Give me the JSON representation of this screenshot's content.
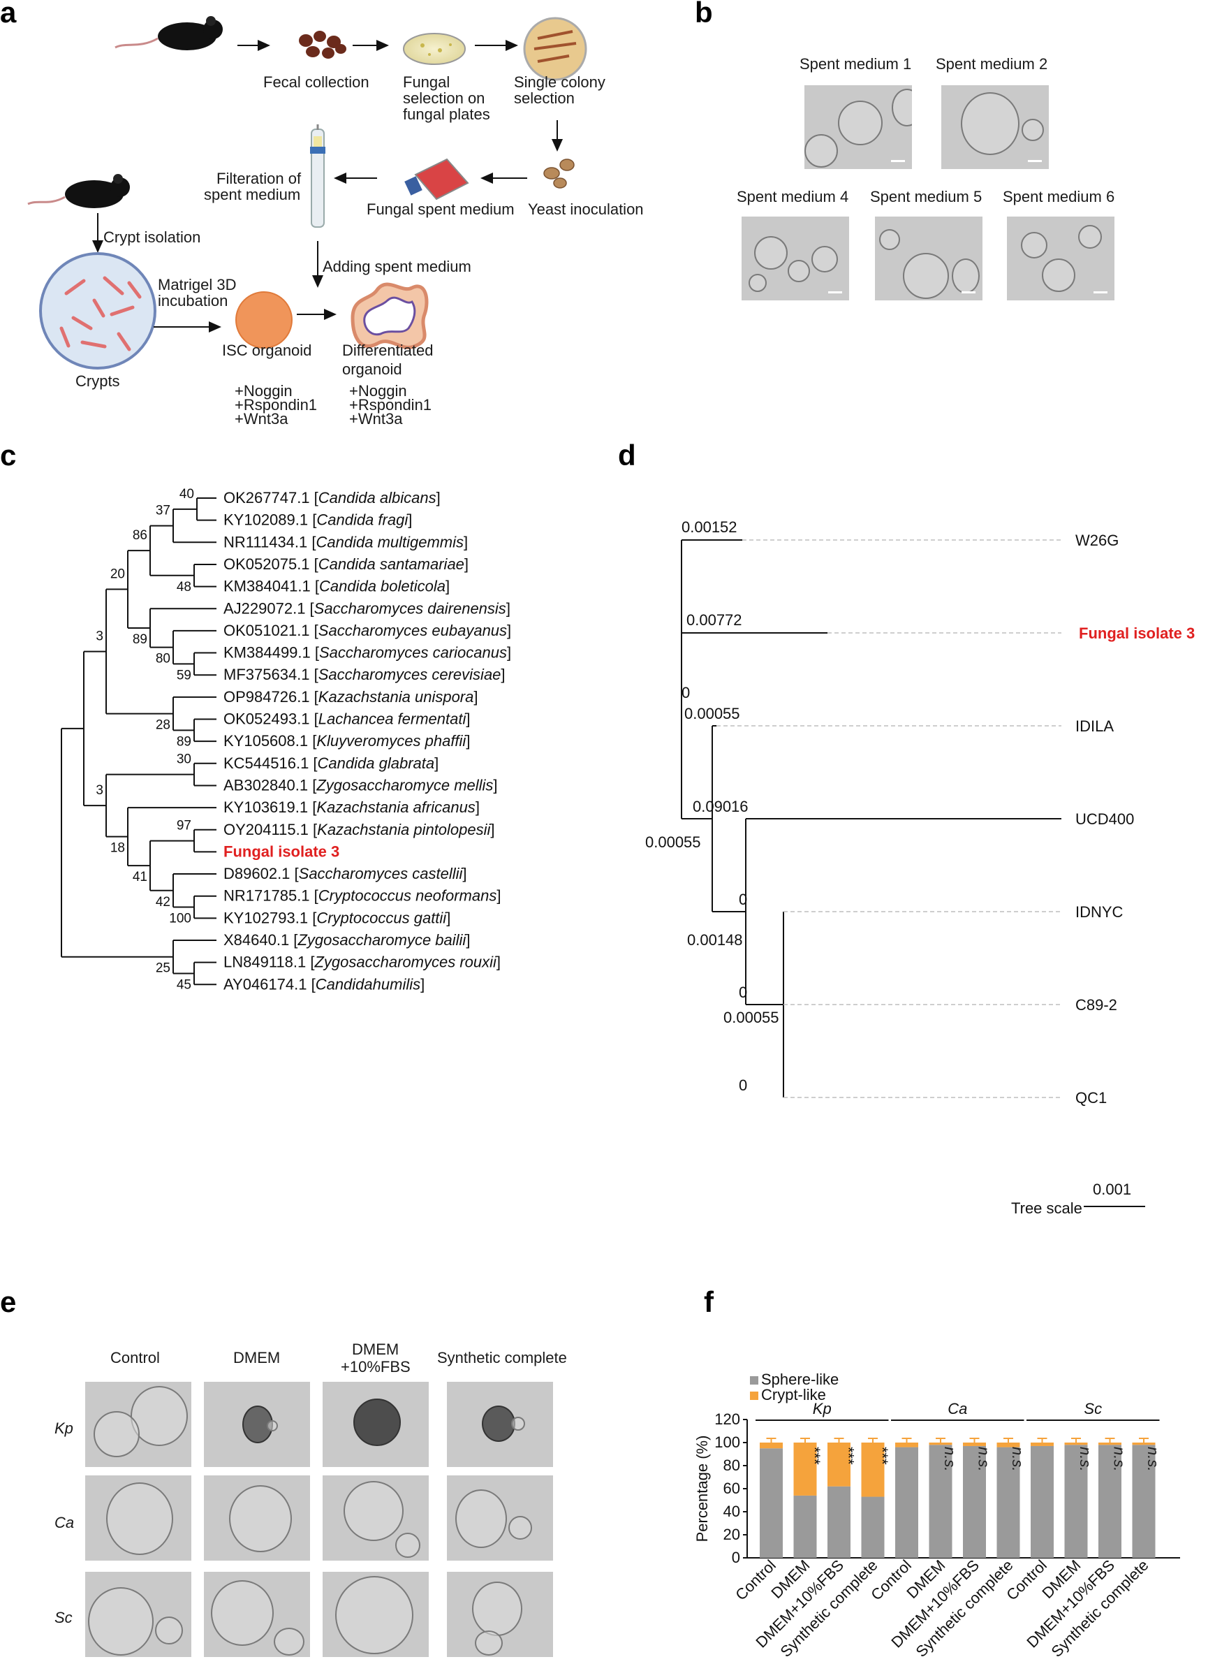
{
  "panels": {
    "a": "a",
    "b": "b",
    "c": "c",
    "d": "d",
    "e": "e",
    "f": "f"
  },
  "panel_a": {
    "fecal": "Fecal collection",
    "fungal_sel": [
      "Fungal",
      "selection on",
      "fungal plates"
    ],
    "single_colony": [
      "Single colony",
      "selection"
    ],
    "filtration": [
      "Filteration of",
      "spent medium"
    ],
    "spent": "Fungal spent medium",
    "yeast": "Yeast inoculation",
    "crypt_iso": "Crypt isolation",
    "adding": "Adding spent medium",
    "matrigel": [
      "Matrigel 3D",
      "incubation"
    ],
    "crypts": "Crypts",
    "isc": "ISC organoid",
    "diff": [
      "Differentiated",
      "organoid"
    ],
    "factors_left": [
      "+Noggin",
      "+Rspondin1",
      "+Wnt3a"
    ],
    "factors_right": [
      "+Noggin",
      "+Rspondin1",
      "+Wnt3a"
    ]
  },
  "panel_b": {
    "titles": [
      "Spent medium 1",
      "Spent medium 2",
      "Spent medium 4",
      "Spent medium 5",
      "Spent medium 6"
    ]
  },
  "panel_c": {
    "leaves": [
      {
        "acc": "OK267747.1",
        "sp": "Candida albicans"
      },
      {
        "acc": "KY102089.1",
        "sp": "Candida fragi"
      },
      {
        "acc": "NR111434.1",
        "sp": "Candida multigemmis"
      },
      {
        "acc": "OK052075.1",
        "sp": "Candida santamariae"
      },
      {
        "acc": "KM384041.1",
        "sp": "Candida boleticola"
      },
      {
        "acc": "AJ229072.1",
        "sp": "Saccharomyces dairenensis"
      },
      {
        "acc": "OK051021.1",
        "sp": "Saccharomyces eubayanus"
      },
      {
        "acc": "KM384499.1",
        "sp": "Saccharomyces cariocanus"
      },
      {
        "acc": "MF375634.1",
        "sp": "Saccharomyces cerevisiae"
      },
      {
        "acc": "OP984726.1",
        "sp": "Kazachstania unispora"
      },
      {
        "acc": "OK052493.1",
        "sp": "Lachancea fermentati"
      },
      {
        "acc": "KY105608.1",
        "sp": "Kluyveromyces phaffii"
      },
      {
        "acc": "KC544516.1",
        "sp": "Candida glabrata"
      },
      {
        "acc": "AB302840.1",
        "sp": "Zygosaccharomyce mellis"
      },
      {
        "acc": "KY103619.1",
        "sp": "Kazachstania africanus"
      },
      {
        "acc": "OY204115.1",
        "sp": "Kazachstania pintolopesii"
      },
      {
        "acc": "",
        "sp": "",
        "highlight": "Fungal isolate 3"
      },
      {
        "acc": "D89602.1",
        "sp": "Saccharomyces castellii"
      },
      {
        "acc": "NR171785.1",
        "sp": "Cryptococcus neoformans"
      },
      {
        "acc": "KY102793.1",
        "sp": "Cryptococcus gattii"
      },
      {
        "acc": "X84640.1",
        "sp": "Zygosaccharomyce bailii"
      },
      {
        "acc": "LN849118.1",
        "sp": "Zygosaccharomyces rouxii"
      },
      {
        "acc": "AY046174.1",
        "sp": "Candidahumilis"
      }
    ],
    "bootstrap": [
      "40",
      "37",
      "86",
      "48",
      "20",
      "89",
      "80",
      "59",
      "3",
      "28",
      "89",
      "30",
      "3",
      "97",
      "18",
      "41",
      "42",
      "100",
      "25",
      "45"
    ]
  },
  "panel_d": {
    "leaves": [
      "W26G",
      "Fungal isolate 3",
      "IDILA",
      "UCD400",
      "IDNYC",
      "C89-2",
      "QC1"
    ],
    "branch_labels": [
      "0.00152",
      "0.00772",
      "0",
      "0.00055",
      "0.09016",
      "0.00055",
      "0",
      "0.00148",
      "0",
      "0.00055",
      "0"
    ],
    "scale_title": "Tree scale",
    "scale_value": "0.001"
  },
  "panel_e": {
    "columns": [
      "Control",
      "DMEM",
      "DMEM",
      "+10%FBS",
      "Synthetic complete"
    ],
    "rows": [
      "Kp",
      "Ca",
      "Sc"
    ]
  },
  "chart_data": {
    "type": "bar",
    "stacked": true,
    "ylabel": "Percentage (%)",
    "ylim": [
      0,
      120
    ],
    "yticks": [
      "0",
      "20",
      "40",
      "60",
      "80",
      "100",
      "120"
    ],
    "legend": [
      "Sphere-like",
      "Crypt-like"
    ],
    "legend_position": "top-left",
    "colors": {
      "sphere": "#9a9a9a",
      "crypt": "#f5a33c"
    },
    "groups": [
      "Kp",
      "Ca",
      "Sc"
    ],
    "categories": [
      "Control",
      "DMEM",
      "DMEM+10%FBS",
      "Synthetic complete",
      "Control",
      "DMEM",
      "DMEM+10%FBS",
      "Synthetic complete",
      "Control",
      "DMEM",
      "DMEM+10%FBS",
      "Synthetic complete"
    ],
    "series": [
      {
        "name": "Sphere-like",
        "values": [
          95,
          54,
          62,
          53,
          96,
          98,
          97,
          96,
          97,
          98,
          98,
          98
        ]
      },
      {
        "name": "Crypt-like",
        "values": [
          5,
          46,
          38,
          47,
          4,
          2,
          3,
          4,
          3,
          2,
          2,
          2
        ]
      }
    ],
    "annotations": [
      "",
      "***",
      "***",
      "***",
      "",
      "n.s.",
      "n.s.",
      "n.s.",
      "",
      "n.s.",
      "n.s.",
      "n.s."
    ]
  }
}
